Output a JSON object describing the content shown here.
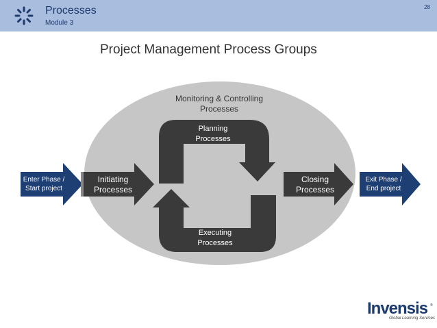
{
  "header": {
    "title": "Processes",
    "subtitle": "Module 3",
    "page_number": "28"
  },
  "slide": {
    "title": "Project Management Process Groups"
  },
  "diagram": {
    "monitoring": [
      "Monitoring & Controlling",
      "Processes"
    ],
    "planning": [
      "Planning",
      "Processes"
    ],
    "executing": [
      "Executing",
      "Processes"
    ],
    "initiating": [
      "Initiating",
      "Processes"
    ],
    "closing": [
      "Closing",
      "Processes"
    ],
    "enter": [
      "Enter Phase /",
      "Start project"
    ],
    "exit": [
      "Exit Phase /",
      "End project"
    ]
  },
  "logo": {
    "wordmark": "INVENSIS",
    "display_text": "Invensis",
    "registered": "®",
    "tagline": "Global Learning Services"
  },
  "colors": {
    "header_bg": "#a9bedf",
    "header_text": "#1f3b6e",
    "navy_arrow": "#1e3f73",
    "dark_arrow": "#3a3a3a",
    "ellipse": "#c6c6c6"
  }
}
